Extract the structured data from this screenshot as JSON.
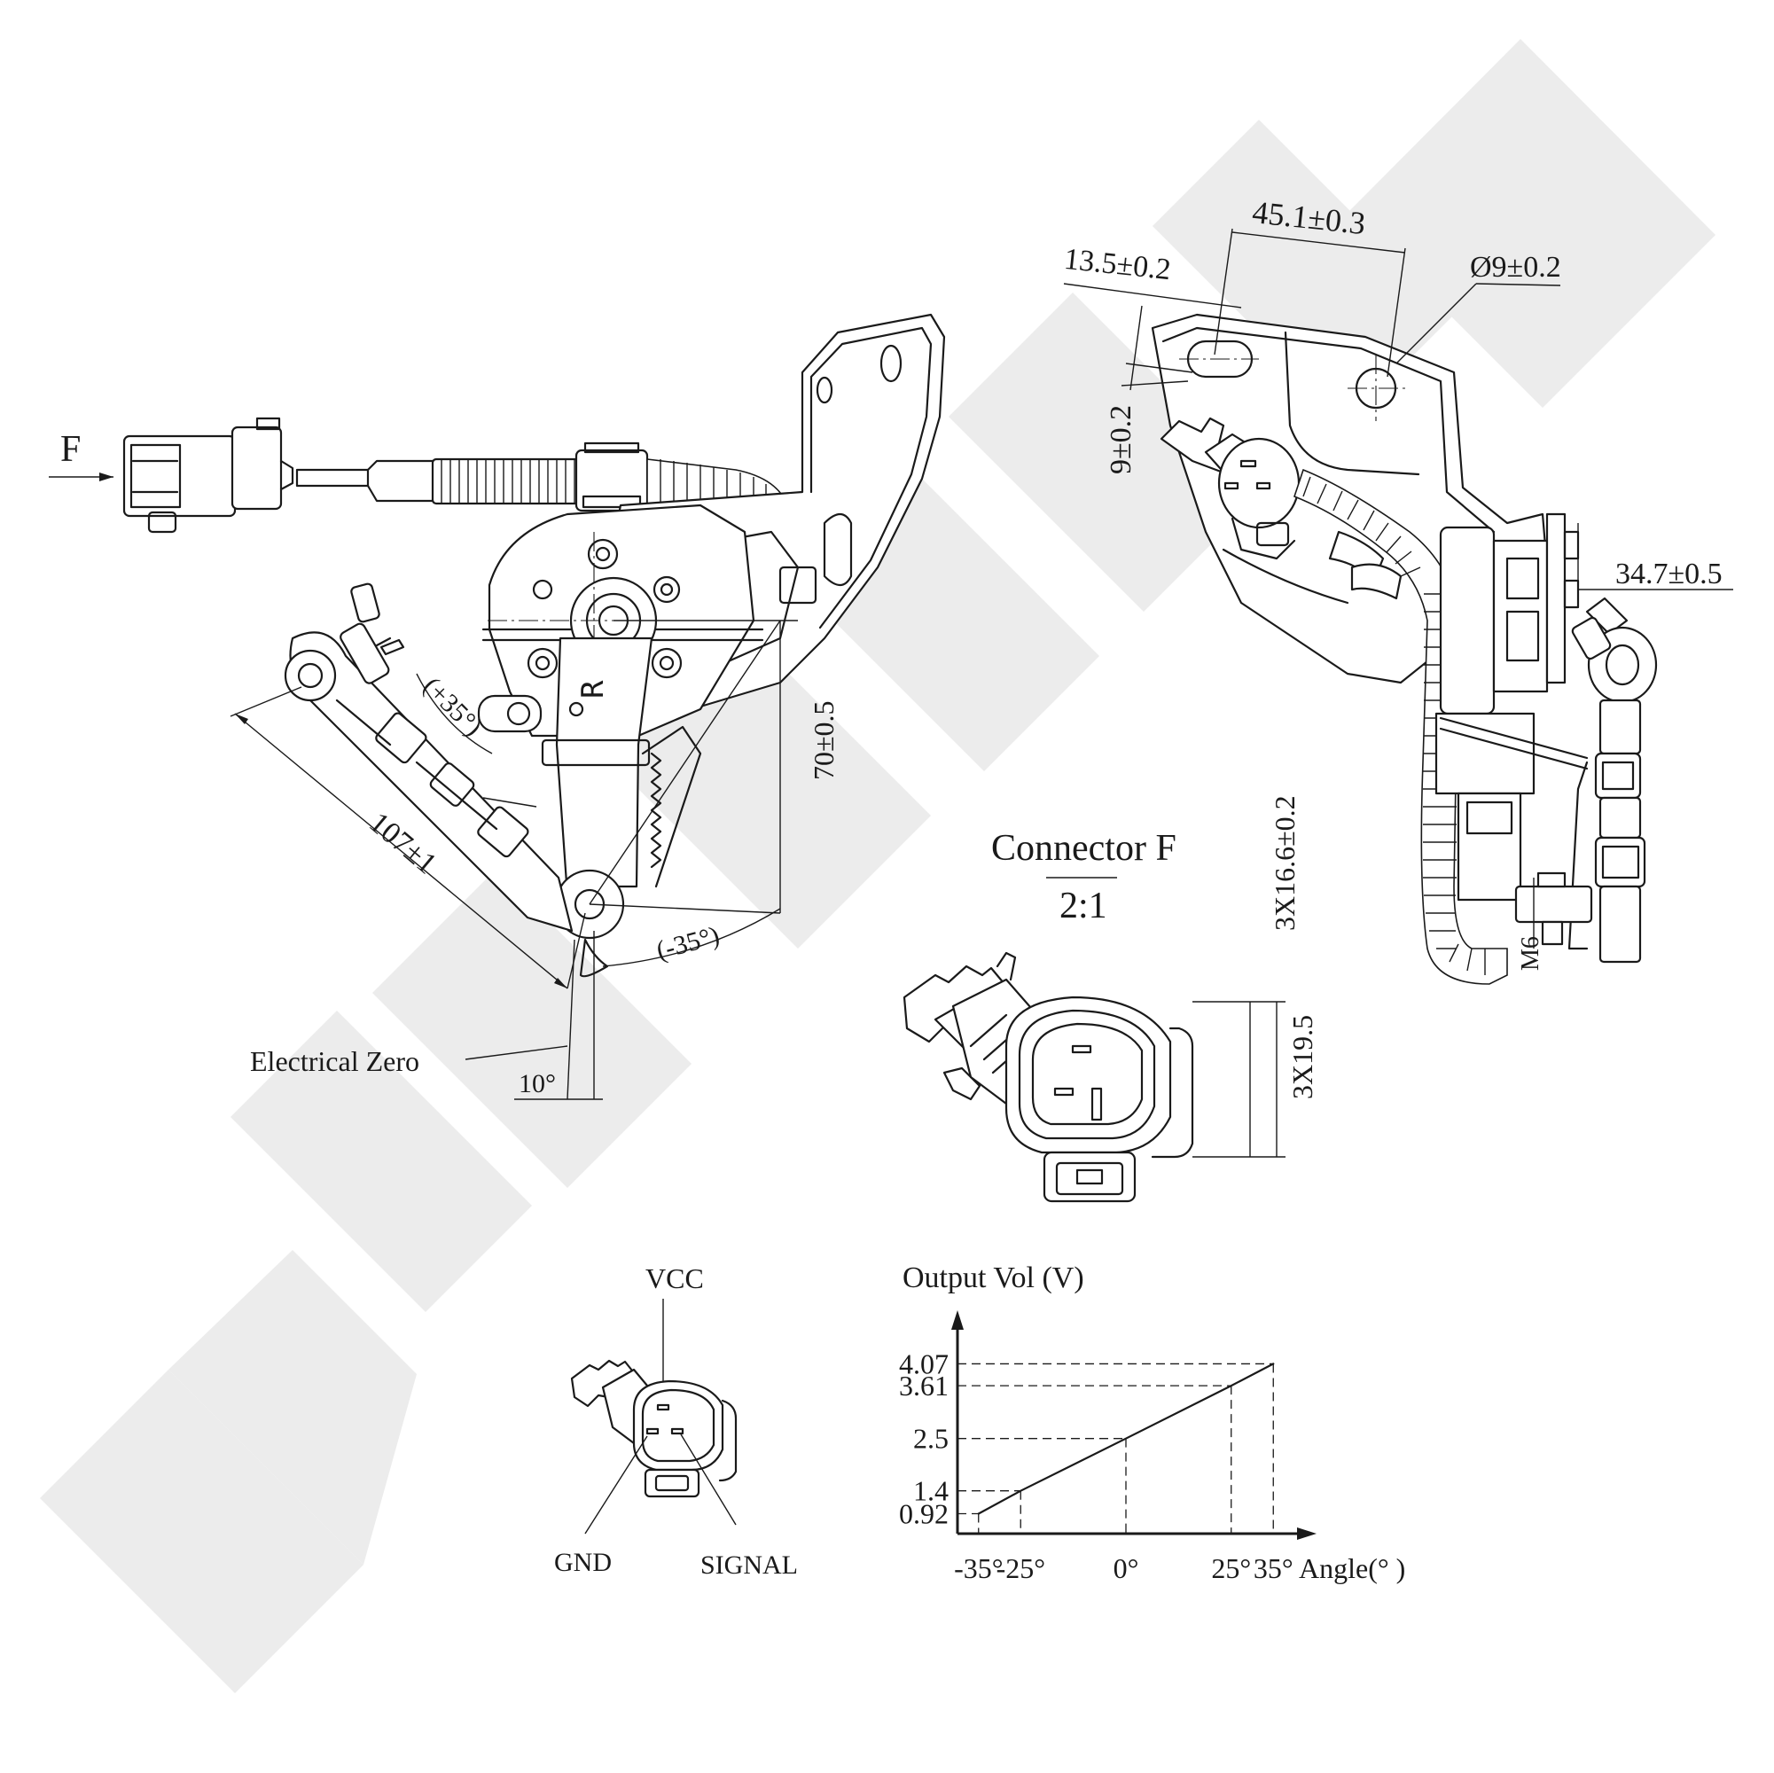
{
  "labels": {
    "connector_ref": "F",
    "dim_107": "107±1",
    "dim_70": "70±0.5",
    "angle_plus": "(+35°)",
    "angle_minus": "(-35°)",
    "electrical_zero": "Electrical Zero",
    "angle_10": "10°",
    "dim_45": "45.1±0.3",
    "dim_13": "13.5±0.2",
    "dim_9": "9±0.2",
    "dim_d9": "Ø9±0.2",
    "dim_34": "34.7±0.5",
    "thread_m6": "M6",
    "connector_title": "Connector F",
    "connector_scale": "2:1",
    "dim_3x166": "3X16.6±0.2",
    "dim_3x195": "3X19.5",
    "pin_vcc": "VCC",
    "pin_gnd": "GND",
    "pin_signal": "SIGNAL",
    "part_mark": "R"
  },
  "chart_data": {
    "type": "line",
    "ylabel": "Output Vol (V)",
    "xlabel": "Angle(° )",
    "x_ticks": [
      "-35°",
      "-25°",
      "0°",
      "25°",
      "35°"
    ],
    "y_ticks": [
      "0.92",
      "1.4",
      "2.5",
      "3.61",
      "4.07"
    ],
    "series": [
      {
        "x": [
          -35,
          -25,
          0,
          25,
          35
        ],
        "y": [
          0.92,
          1.4,
          2.5,
          3.61,
          4.07
        ]
      }
    ],
    "xlim": [
      -40,
      40
    ],
    "ylim": [
      0.5,
      4.6
    ],
    "grid": false
  }
}
